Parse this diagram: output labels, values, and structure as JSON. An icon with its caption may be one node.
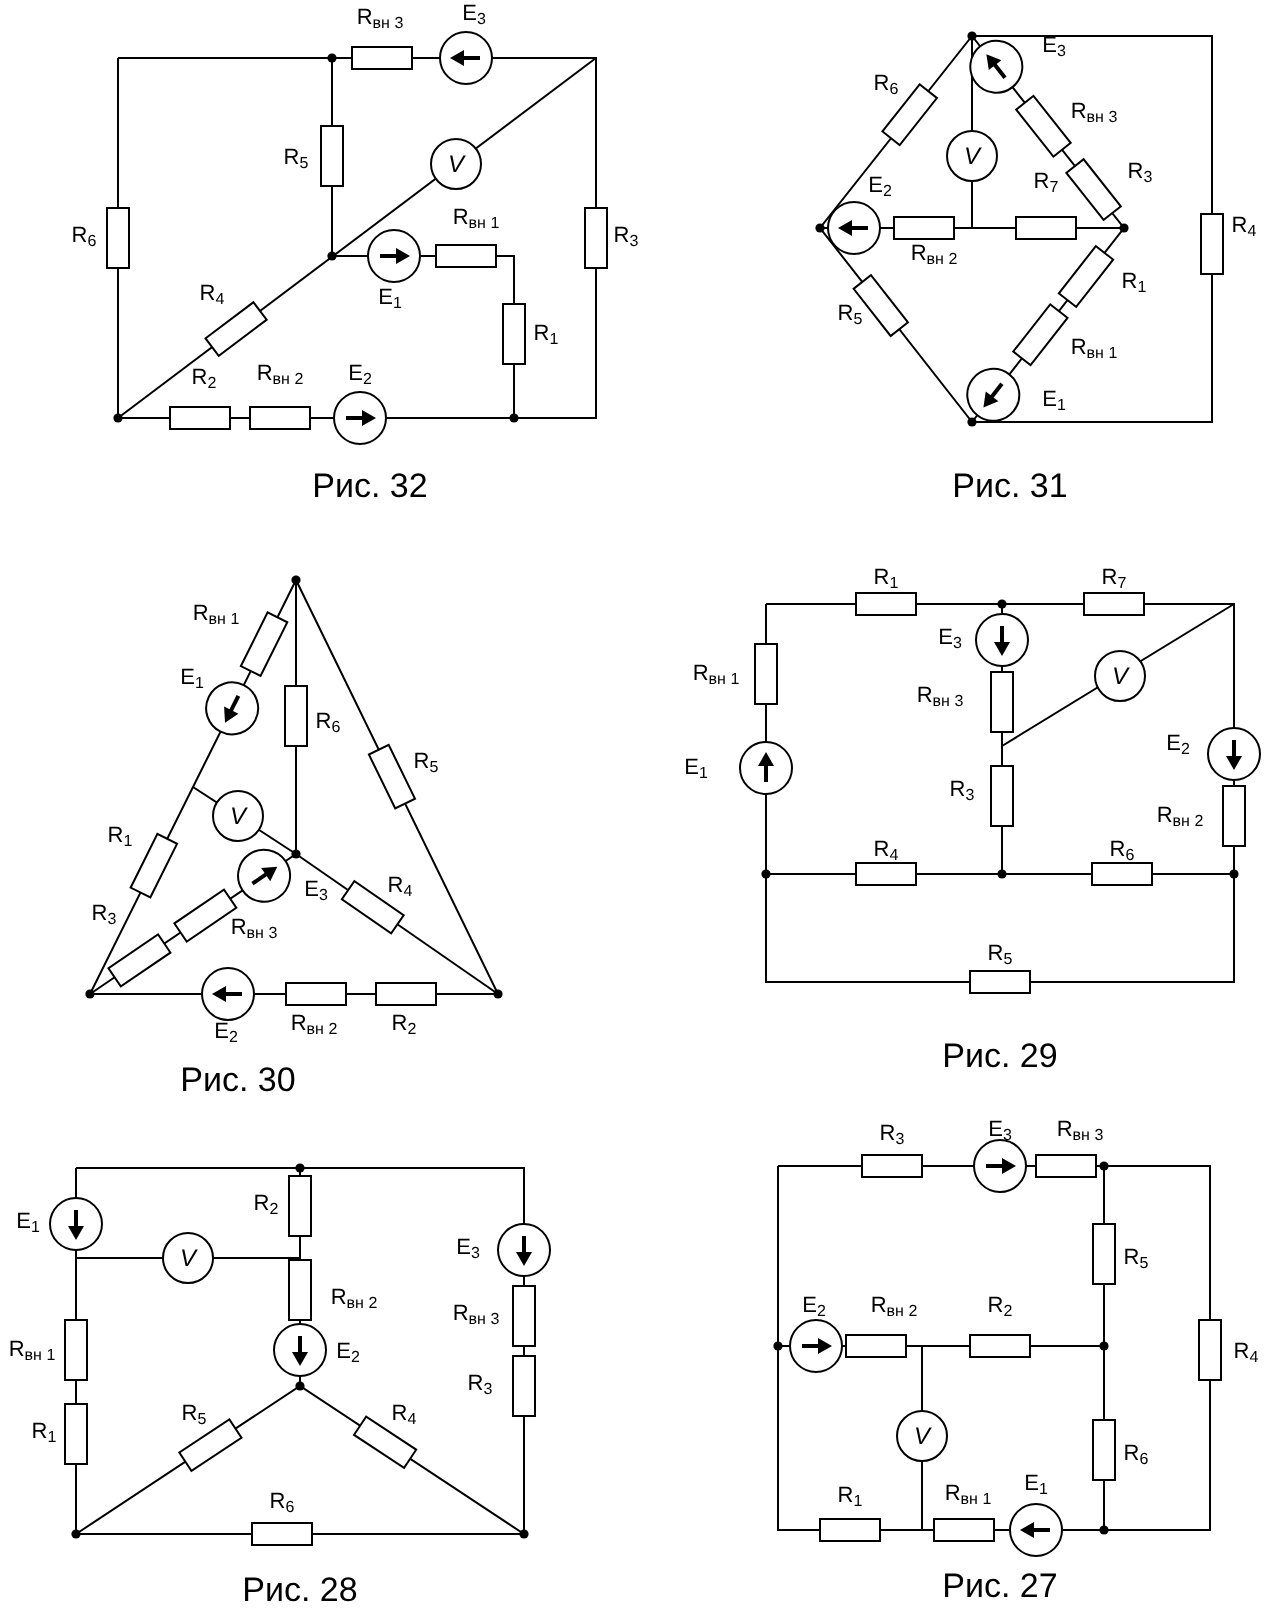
{
  "diagram": {
    "nodes": [
      {
        "text": [
          "V"
        ]
      },
      {
        "text": [
          "V"
        ]
      },
      {
        "text": [
          "V"
        ]
      },
      {
        "text": [
          "V"
        ]
      },
      {
        "text": [
          "V"
        ]
      },
      {
        "text": [
          "V"
        ]
      }
    ],
    "labels": [
      "R$_{вн 3}$",
      "E$_{3}$",
      "R$_{5}$",
      "R$_{6}$",
      "R$_{вн 1}$",
      "R$_{3}$",
      "R$_{4}$",
      "E$_{1}$",
      "R$_{1}$",
      "R$_{2}$",
      "R$_{вн 2}$",
      "E$_{2}$",
      "Рис. 32",
      "E$_{3}$",
      "R$_{6}$",
      "R$_{вн 3}$",
      "R$_{3}$",
      "E$_{2}$",
      "R$_{7}$",
      "R$_{4}$",
      "R$_{вн 2}$",
      "R$_{1}$",
      "R$_{5}$",
      "R$_{вн 1}$",
      "E$_{1}$",
      "Рис. 31",
      "R$_{вн 1}$",
      "E$_{1}$",
      "R$_{6}$",
      "R$_{5}$",
      "R$_{1}$",
      "E$_{3}$",
      "R$_{4}$",
      "R$_{3}$",
      "R$_{вн 3}$",
      "E$_{2}$",
      "R$_{вн 2}$",
      "R$_{2}$",
      "Рис. 30",
      "R$_{1}$",
      "R$_{7}$",
      "E$_{3}$",
      "R$_{вн 1}$",
      "R$_{вн 3}$",
      "E$_{1}$",
      "E$_{2}$",
      "R$_{3}$",
      "R$_{вн 2}$",
      "R$_{4}$",
      "R$_{6}$",
      "R$_{5}$",
      "Рис. 29",
      "E$_{1}$",
      "R$_{2}$",
      "E$_{3}$",
      "R$_{вн 2}$",
      "R$_{вн 1}$",
      "R$_{вн 3}$",
      "E$_{2}$",
      "R$_{1}$",
      "R$_{3}$",
      "R$_{5}$",
      "R$_{4}$",
      "R$_{6}$",
      "Рис. 28",
      "R$_{3}$",
      "E$_{3}$",
      "R$_{вн 3}$",
      "R$_{5}$",
      "E$_{2}$",
      "R$_{вн 2}$",
      "R$_{2}$",
      "R$_{4}$",
      "R$_{6}$",
      "R$_{1}$",
      "R$_{вн 1}$",
      "E$_{1}$",
      "Рис. 27"
    ]
  }
}
